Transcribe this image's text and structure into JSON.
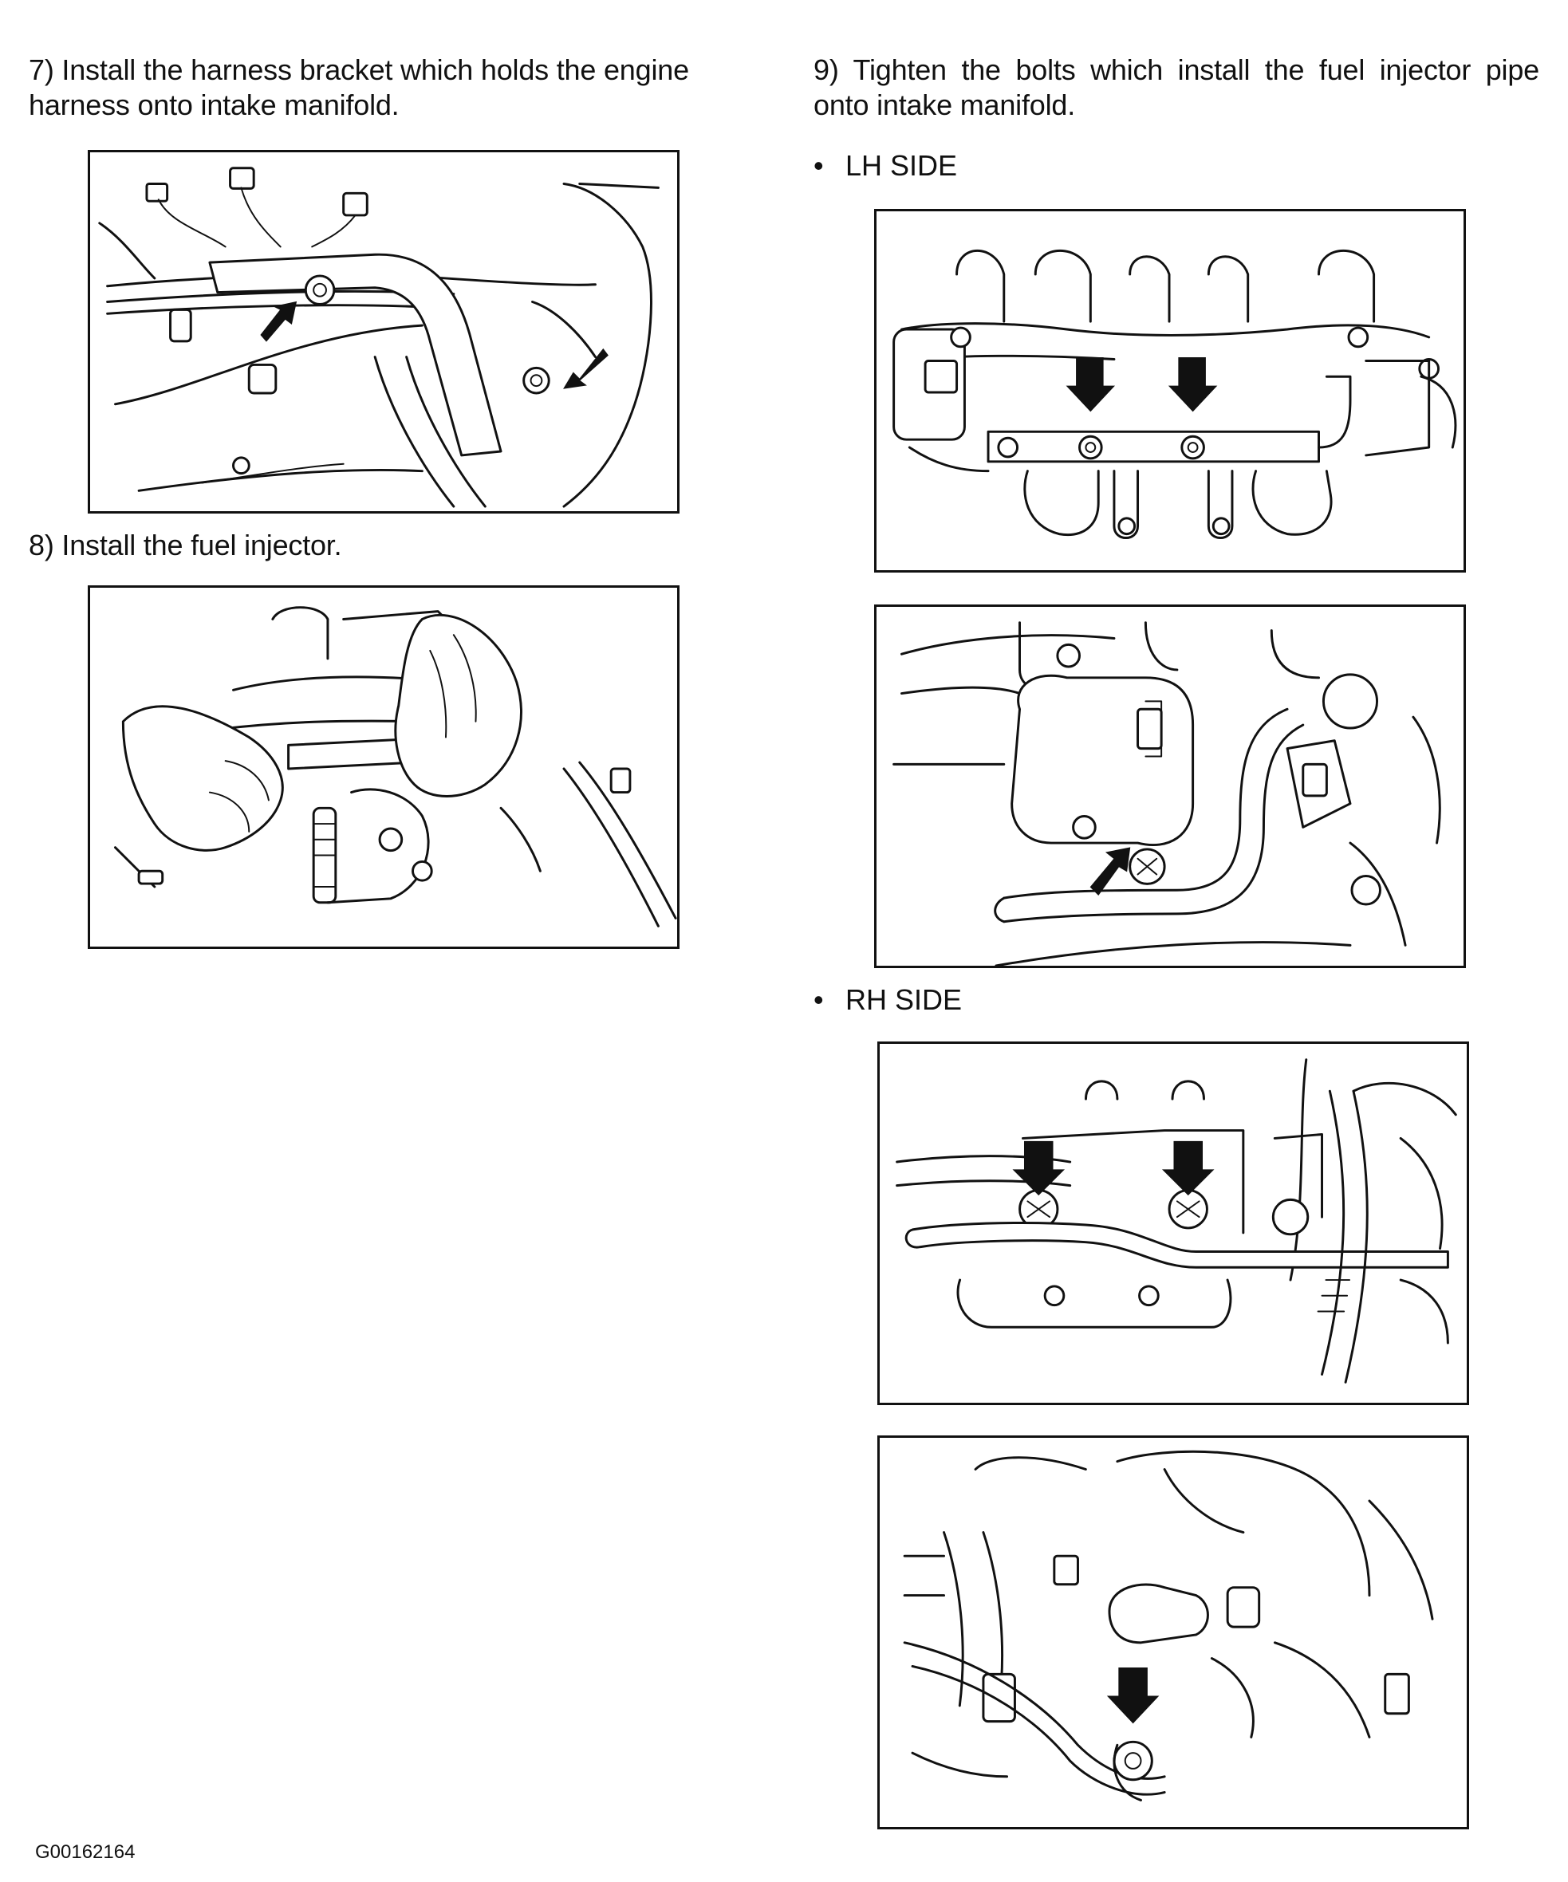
{
  "left_column": {
    "step7": {
      "text": "7) Install the harness bracket which holds the engine harness onto intake manifold."
    },
    "step8": {
      "text": "8) Install the fuel injector."
    }
  },
  "right_column": {
    "step9": {
      "text": "9) Tighten the bolts which install the fuel injector pipe onto intake manifold."
    },
    "lh_side": {
      "bullet": "•",
      "label": "LH SIDE"
    },
    "rh_side": {
      "bullet": "•",
      "label": "RH SIDE"
    }
  },
  "footer": {
    "doc_id": "G00162164"
  },
  "figures": [
    {
      "id": "harness-bracket",
      "icon": "harness-bracket-illustration"
    },
    {
      "id": "fuel-injector",
      "icon": "fuel-injector-install-illustration"
    },
    {
      "id": "lh-top",
      "icon": "lh-injector-pipe-bolts-illustration"
    },
    {
      "id": "lh-bottom",
      "icon": "lh-pipe-bracket-bolt-illustration"
    },
    {
      "id": "rh-top",
      "icon": "rh-injector-pipe-bolts-illustration"
    },
    {
      "id": "rh-bottom",
      "icon": "rh-pipe-clamp-bolt-illustration"
    }
  ]
}
